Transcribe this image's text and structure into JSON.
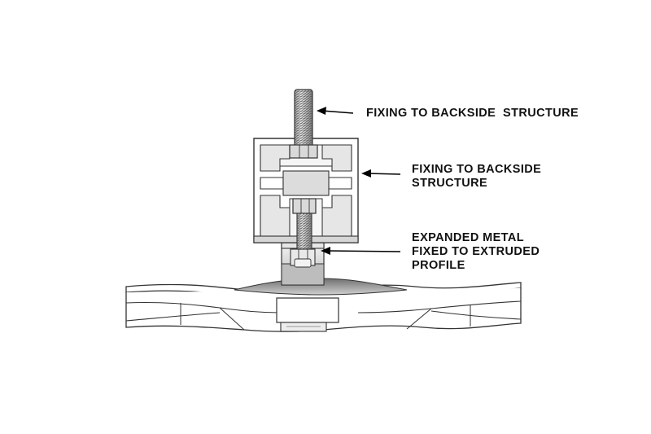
{
  "diagram": {
    "callouts": [
      {
        "lines": [
          "FIXING TO BACKSIDE  STRUCTURE"
        ]
      },
      {
        "lines": [
          "FIXING TO BACKSIDE",
          "STRUCTURE"
        ]
      },
      {
        "lines": [
          "EXPANDED METAL",
          "FIXED TO EXTRUDED",
          "PROFILE"
        ]
      }
    ]
  }
}
